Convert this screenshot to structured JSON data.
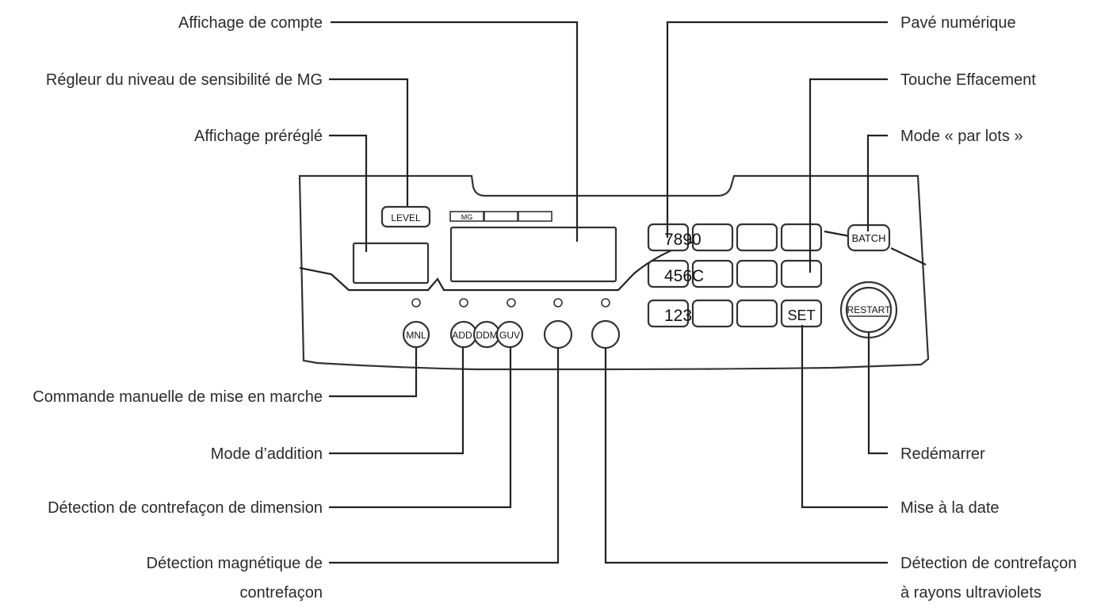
{
  "labels_left": {
    "affichage_compte": "Affichage de compte",
    "regleur_mg": "Régleur du niveau de sensibilité de MG",
    "affichage_preregle": "Affichage préréglé",
    "commande_manuelle": "Commande manuelle de mise en marche",
    "mode_addition": "Mode d’addition",
    "detection_dimension": "Détection de contrefaçon de dimension",
    "detection_magnetique_1": "Détection magnétique de",
    "detection_magnetique_2": "contrefaçon"
  },
  "labels_right": {
    "pave_numerique": "Pavé numérique",
    "touche_effacement": "Touche Effacement",
    "mode_par_lots": "Mode « par lots »",
    "redemarrer": "Redémarrer",
    "mise_date": "Mise à la date",
    "detection_uv_1": "Détection de contrefaçon",
    "detection_uv_2": "à rayons ultraviolets"
  },
  "device": {
    "level_button": "LEVEL",
    "mg_indicator": "MG",
    "batch_button": "BATCH",
    "restart_button": "RESTART",
    "set_key": "SET",
    "round_buttons": {
      "mnl": "MNL",
      "add": "ADD",
      "ddm": "DDM",
      "guv": "GUV"
    },
    "keypad_rows": {
      "row1": "7890",
      "row2": "456C",
      "row3": "123"
    }
  }
}
